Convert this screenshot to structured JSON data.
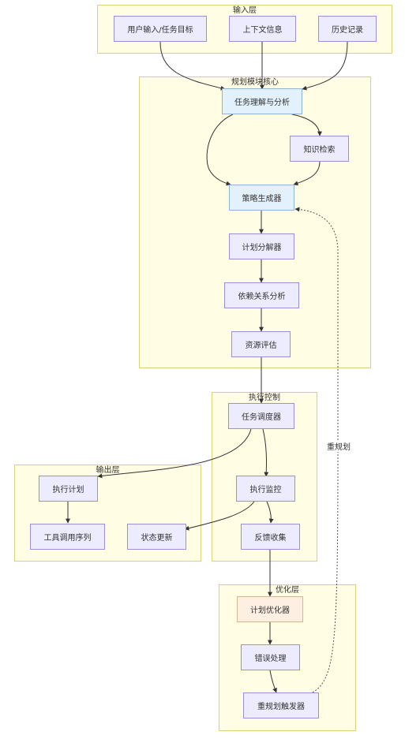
{
  "layers": {
    "input": "输入层",
    "planning": "规划模块核心",
    "execution": "执行控制",
    "output": "输出层",
    "optimization": "优化层"
  },
  "nodes": {
    "user_input": "用户输入/任务目标",
    "context": "上下文信息",
    "history": "历史记录",
    "task_understanding": "任务理解与分析",
    "knowledge_retrieval": "知识检索",
    "strategy_generator": "策略生成器",
    "plan_decomposer": "计划分解器",
    "dependency_analysis": "依赖关系分析",
    "resource_eval": "资源评估",
    "task_scheduler": "任务调度器",
    "exec_monitor": "执行监控",
    "feedback_collect": "反馈收集",
    "exec_plan": "执行计划",
    "tool_sequence": "工具调用序列",
    "state_update": "状态更新",
    "plan_optimizer": "计划优化器",
    "error_handling": "错误处理",
    "replan_trigger": "重规划触发器"
  },
  "edge_labels": {
    "replan": "重规划"
  },
  "colors": {
    "layer_fill": "#fffde3",
    "layer_border": "#d9d27a",
    "node_fill": "#ececfe",
    "node_border": "#9d8ed8",
    "highlight_blue": "#e2f1fb",
    "highlight_orange": "#fdf0e3"
  }
}
